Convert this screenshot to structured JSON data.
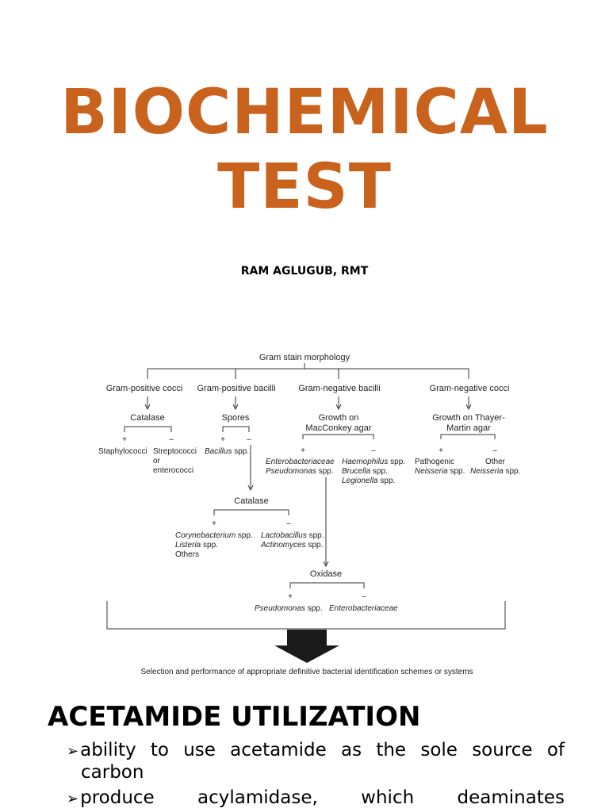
{
  "title": {
    "line1": "BIOCHEMICAL",
    "line2": "TEST"
  },
  "author": "RAM AGLUGUB, RMT",
  "flowchart": {
    "root": "Gram stain morphology",
    "branches": {
      "gpc": "Gram-positive cocci",
      "gpb": "Gram-positive bacilli",
      "gnb": "Gram-negative bacilli",
      "gnc": "Gram-negative cocci"
    },
    "gpc_test": "Catalase",
    "gpc_pos": "Staphylococci",
    "gpc_neg_1": "Streptococci",
    "gpc_neg_2": "or",
    "gpc_neg_3": "enterococci",
    "gpb_test": "Spores",
    "gpb_pos": "Bacillus",
    "gpb_pos_suffix": " spp.",
    "gnb_test_1": "Growth on",
    "gnb_test_2": "MacConkey agar",
    "gnb_pos_1": "Enterobacteriaceae",
    "gnb_pos_2": "Pseudomonas",
    "gnb_pos_2_suffix": " spp.",
    "gnb_neg_1": "Haemophilus",
    "gnb_neg_2": "Brucella",
    "gnb_neg_3": "Legionella",
    "gnb_neg_suffix": " spp.",
    "gnc_test_1": "Growth on Thayer-",
    "gnc_test_2": "Martin agar",
    "gnc_pos_1": "Pathogenic",
    "gnc_pos_2": "Neisseria",
    "gnc_pos_2_suffix": " spp.",
    "gnc_neg_1": "Other",
    "gnc_neg_2": "Neisseria",
    "gnc_neg_2_suffix": " spp.",
    "catalase2": "Catalase",
    "cat2_pos_1": "Corynebacterium",
    "cat2_pos_1_suffix": " spp.",
    "cat2_pos_2": "Listeria",
    "cat2_pos_2_suffix": " spp.",
    "cat2_pos_3": "Others",
    "cat2_neg_1": "Lactobacillus",
    "cat2_neg_1_suffix": " spp.",
    "cat2_neg_2": "Actinomyces",
    "cat2_neg_2_suffix": " spp.",
    "oxidase": "Oxidase",
    "ox_pos": "Pseudomonas",
    "ox_pos_suffix": " spp.",
    "ox_neg": "Enterobacteriaceae",
    "plus": "+",
    "minus": "–",
    "footer": "Selection and performance of appropriate definitive bacterial identification schemes or systems"
  },
  "section": {
    "heading": "ACETAMIDE UTILIZATION",
    "bullet_symbol": "➢",
    "bullets": [
      {
        "line1": "ability to use acetamide as the sole source of",
        "line2": "carbon"
      },
      {
        "line1": "produce acylamidase, which deaminates"
      }
    ]
  },
  "colors": {
    "title": "#c9621c",
    "text": "#000000"
  }
}
